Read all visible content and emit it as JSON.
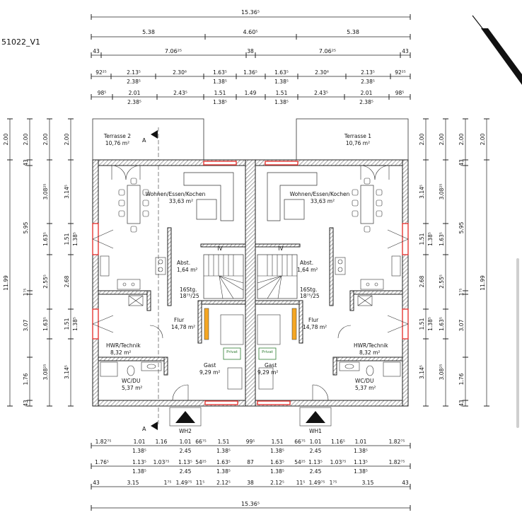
{
  "drawing_title": "51022_V1",
  "top_dimensions": {
    "overall": "15.36⁵",
    "row1": [
      "5.38",
      "4.60⁵",
      "5.38"
    ],
    "row2": [
      "43",
      "7.06²⁵",
      "38",
      "7.06²⁵",
      "43"
    ],
    "row3_top": [
      "92²⁵",
      "2.13⁵",
      "2.30⁶",
      "1.63⁵",
      "1.36⁵",
      "1.63⁵",
      "2.30⁶",
      "2.13⁵",
      "92²⁵"
    ],
    "row3_bottom": [
      "2.38⁵",
      "1.38⁵",
      "1.38⁵",
      "2.38⁵"
    ],
    "row4_top": [
      "98⁵",
      "2.01",
      "2.43⁵",
      "1.51",
      "1.49",
      "1.51",
      "2.43⁵",
      "2.01",
      "98⁵"
    ],
    "row4_bottom": [
      "2.38⁵",
      "1.38⁵",
      "1.38⁵",
      "2.38⁵"
    ]
  },
  "bottom_dimensions": {
    "overall": "15.36⁵",
    "row1_top": [
      "1.82⁷⁵",
      "1.01",
      "1.16",
      "1.01",
      "66⁷⁵",
      "1.51",
      "99⁵",
      "1.51",
      "66⁷⁵",
      "1.01",
      "1.16⁵",
      "1.01",
      "1.82⁷⁵"
    ],
    "row1_bottom": [
      "1.38⁵",
      "2.45",
      "1.38⁵",
      "1.38⁵",
      "2.45",
      "1.38⁵"
    ],
    "row2_top": [
      "1.76⁵",
      "1.13⁵",
      "1.03⁷⁵",
      "1.13⁵",
      "54²⁵",
      "1.63⁵",
      "87",
      "1.63⁵",
      "54²⁵",
      "1.13⁵",
      "1.03⁷⁵",
      "1.13⁵",
      "1.82⁷⁵"
    ],
    "row2_bottom": [
      "1.38⁵",
      "2.45",
      "1.38⁵",
      "1.38⁵",
      "2.45",
      "1.38⁵"
    ],
    "row3": [
      "43",
      "3.15",
      "1⁷⁵",
      "1.49⁷⁵",
      "11⁵",
      "2.12⁵",
      "38",
      "2.12⁵",
      "11⁵",
      "1.49⁷⁵",
      "1⁷⁵",
      "3.15",
      "43"
    ]
  },
  "left_dimensions": {
    "col1": [
      "2.00",
      "11.99"
    ],
    "col2": [
      "2.00",
      "43",
      "5.95",
      "1⁷⁵",
      "3.07",
      "1.76",
      "43"
    ],
    "col3": [
      "2.00",
      "3.08²⁵",
      "1.63⁵",
      "2.55⁵",
      "1.63⁵",
      "3.08²⁵"
    ],
    "col4": [
      "2.00",
      "3.14⁵",
      "1.51",
      "1.38⁵",
      "2.68",
      "1.51",
      "1.38⁵",
      "3.14⁵"
    ]
  },
  "right_dimensions": {
    "col1": [
      "2.00",
      "3.14⁵",
      "1.51",
      "1.38⁵",
      "2.68",
      "1.51",
      "1.38⁵",
      "3.14⁵"
    ],
    "col2": [
      "2.00",
      "3.08²⁵",
      "1.63⁵",
      "2.55⁵",
      "1.63⁵",
      "3.08²⁵"
    ],
    "col3": [
      "2.00",
      "43",
      "5.95",
      "1⁷⁵",
      "3.07",
      "1.76",
      "43"
    ],
    "col4": [
      "2.00",
      "11.99"
    ]
  },
  "rooms_left": {
    "terrasse": {
      "name": "Terrasse  2",
      "area": "10,76  m²"
    },
    "wohnen": {
      "name": "Wohnen/Essen/Kochen",
      "area": "33,63  m²"
    },
    "abst": {
      "name": "Abst.",
      "area": "1,64  m²"
    },
    "stair": {
      "steps": "16Stg.",
      "ratio": "18⁷⁵/25"
    },
    "flur": {
      "name": "Flur",
      "area": "14,78  m²"
    },
    "hwr": {
      "name": "HWR/Technik",
      "area": "8,32  m²"
    },
    "wc": {
      "name": "WC/DU",
      "area": "5,37  m²"
    },
    "gast": {
      "name": "Gast",
      "area": "9,29  m²"
    },
    "entrance": "WH2"
  },
  "rooms_right": {
    "terrasse": {
      "name": "Terrasse  1",
      "area": "10,76  m²"
    },
    "wohnen": {
      "name": "Wohnen/Essen/Kochen",
      "area": "33,63  m²"
    },
    "abst": {
      "name": "Abst.",
      "area": "1,64  m²"
    },
    "stair": {
      "steps": "16Stg.",
      "ratio": "18⁷⁵/25"
    },
    "flur": {
      "name": "Flur",
      "area": "14,78  m²"
    },
    "hwr": {
      "name": "HWR/Technik",
      "area": "8,32  m²"
    },
    "wc": {
      "name": "WC/DU",
      "area": "5,37  m²"
    },
    "gast": {
      "name": "Gast",
      "area": "9,29  m²"
    },
    "entrance": "WH1"
  },
  "privat_sign": "Privat",
  "section_marker": "A",
  "stair_marker": "IV",
  "colors": {
    "window": "#e53935",
    "privat": "#2e7d32",
    "wall_hatch": "#555555"
  }
}
